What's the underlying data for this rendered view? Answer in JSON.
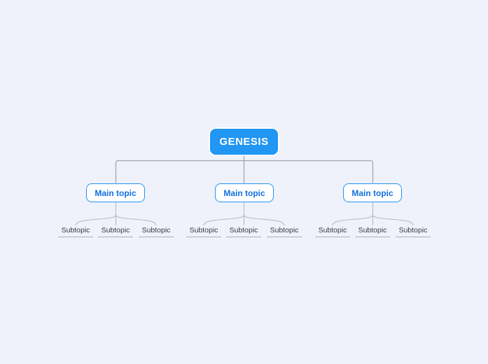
{
  "colors": {
    "background": "#EFF1FB",
    "root_fill": "#2196F3",
    "root_text": "#FFFFFF",
    "main_border": "#2196F3",
    "main_fill": "#FFFFFF",
    "main_text": "#1170E0",
    "subtopic_text": "#3A3A44",
    "subtopic_underline": "#ABAEB9",
    "connector_primary": "#A2A4AC",
    "connector_branch": "#B6B9C2"
  },
  "mindmap": {
    "root": {
      "label": "GENESIS"
    },
    "main_topics": [
      {
        "label": "Main topic",
        "subtopics": [
          "Subtopic",
          "Subtopic",
          "Subtopic"
        ]
      },
      {
        "label": "Main topic",
        "subtopics": [
          "Subtopic",
          "Subtopic",
          "Subtopic"
        ]
      },
      {
        "label": "Main topic",
        "subtopics": [
          "Subtopic",
          "Subtopic",
          "Subtopic"
        ]
      }
    ]
  }
}
